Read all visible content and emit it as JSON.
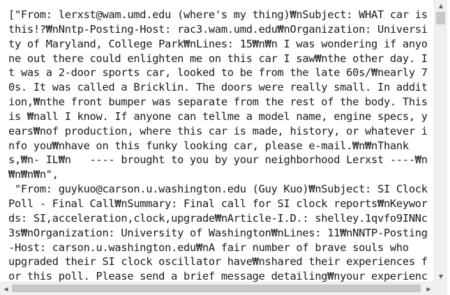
{
  "document": {
    "lines": [
      "[\"From: lerxst@wam.umd.edu (where's my thing)₩nSubject: WHAT car is",
      "this!?₩nNntp-Posting-Host: rac3.wam.umd.edu₩nOrganization: Universi",
      "ty of Maryland, College Park₩nLines: 15₩n₩n I was wondering if anyo",
      "ne out there could enlighten me on this car I saw₩nthe other day. I",
      "t was a 2-door sports car, looked to be from the late 60s/₩nearly 7",
      "0s. It was called a Bricklin. The doors were really small. In addit",
      "ion,₩nthe front bumper was separate from the rest of the body. This",
      "is ₩nall I know. If anyone can tellme a model name, engine specs, y",
      "ears₩nof production, where this car is made, history, or whatever i",
      "nfo you₩nhave on this funky looking car, please e-mail.₩n₩nThank",
      "s,₩n- IL₩n   ---- brought to you by your neighborhood Lerxst ----₩n",
      "₩n₩n₩n\",",
      " \"From: guykuo@carson.u.washington.edu (Guy Kuo)₩nSubject: SI Clock",
      "Poll - Final Call₩nSummary: Final call for SI clock reports₩nKeywor",
      "ds: SI,acceleration,clock,upgrade₩nArticle-I.D.: shelley.1qvfo9INNc",
      "3s₩nOrganization: University of Washington₩nLines: 11₩nNNTP-Posting",
      "-Host: carson.u.washington.edu₩nA fair number of brave souls who",
      "upgraded their SI clock oscillator have₩nshared their experiences f",
      "or this poll. Please send a brief message detailing₩nyour experienc"
    ]
  },
  "scrollbars": {
    "vertical": {
      "up_arrow": "▲",
      "down_arrow": "▼",
      "position": 0.0
    },
    "horizontal": {
      "left_arrow": "◀",
      "right_arrow": "▶",
      "position": 0.0
    }
  },
  "colors": {
    "text": "#1a1a1a",
    "background": "#ffffff",
    "scrollbar_track": "#f0f0f0",
    "scrollbar_thumb": "#c8c8c8"
  }
}
